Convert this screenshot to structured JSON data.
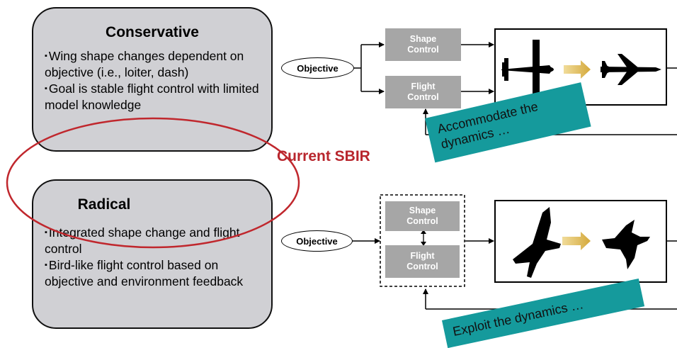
{
  "conservative": {
    "title": "Conservative",
    "bullets": [
      "Wing shape changes dependent on objective (i.e., loiter, dash)",
      "Goal is stable flight control with limited model knowledge"
    ]
  },
  "radical": {
    "title": "Radical",
    "bullets": [
      "Integrated shape change and flight control",
      "Bird-like flight control based on objective and environment feedback"
    ]
  },
  "current_label": "Current SBIR",
  "top_diagram": {
    "objective": "Objective",
    "shape_control": "Shape\nControl",
    "flight_control": "Flight\nControl",
    "caption": "Accommodate the dynamics …"
  },
  "bottom_diagram": {
    "objective": "Objective",
    "shape_control": "Shape\nControl",
    "flight_control": "Flight\nControl",
    "caption": "Exploit the dynamics …"
  },
  "colors": {
    "box_fill": "#d0d0d4",
    "control_fill": "#a6a6a6",
    "caption_fill": "#159a9c",
    "highlight_ellipse": "#c0272d",
    "transition_arrow": "#d4b04a"
  }
}
